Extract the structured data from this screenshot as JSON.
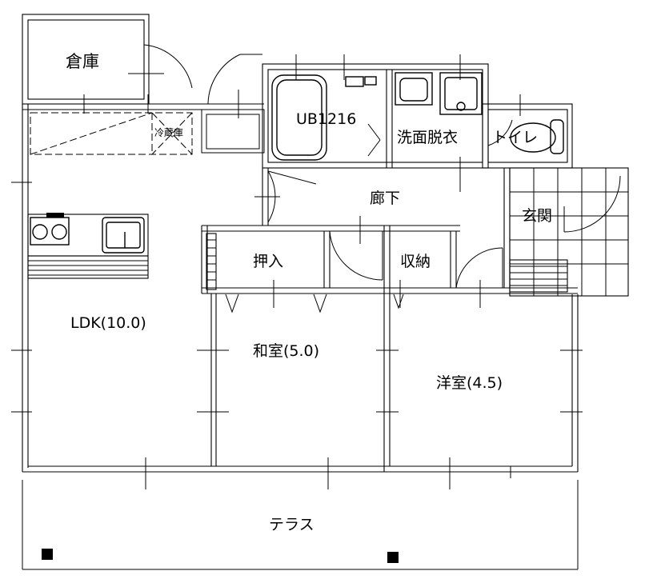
{
  "rooms": {
    "storage": "倉庫",
    "fridge": "冷蔵庫",
    "bath": "UB1216",
    "washroom": "洗面脱衣",
    "toilet": "トイレ",
    "hallway": "廊下",
    "entrance": "玄関",
    "closet": "押入",
    "storage2": "収納",
    "ldk": "LDK(10.0)",
    "washitsu": "和室(5.0)",
    "youshitsu": "洋室(4.5)",
    "terrace": "テラス"
  },
  "colors": {
    "line": "#000000",
    "background": "#ffffff"
  }
}
